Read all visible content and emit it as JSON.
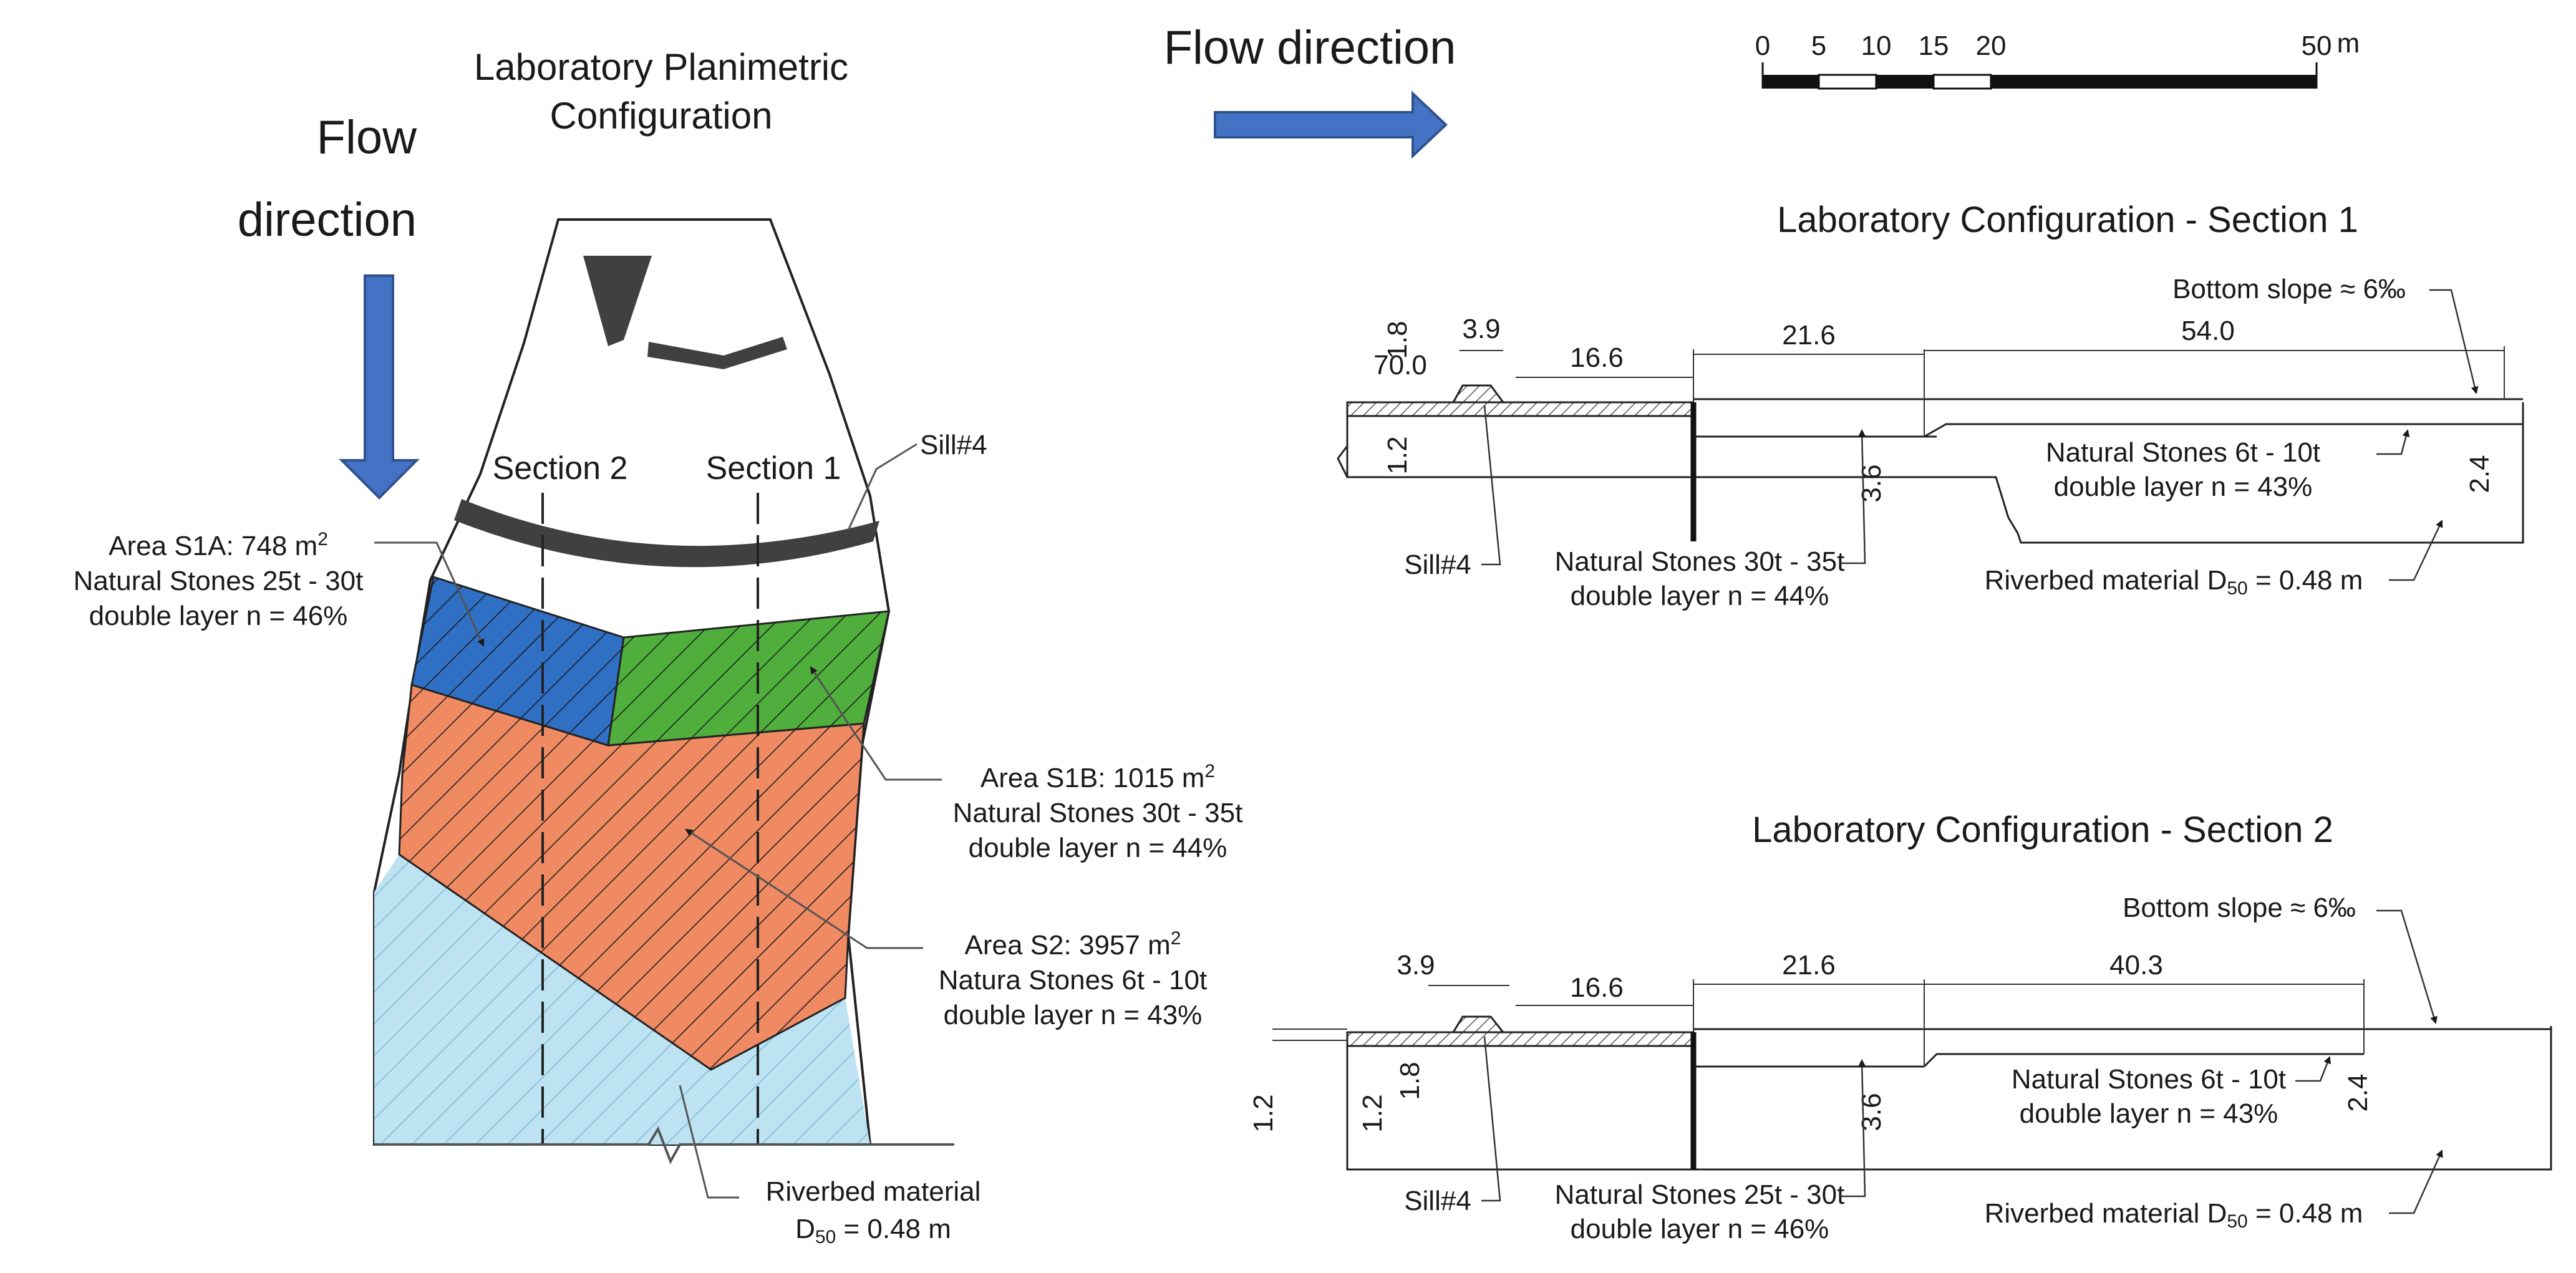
{
  "planimetric": {
    "title_line1": "Laboratory Planimetric",
    "title_line2": "Configuration",
    "flow_line1": "Flow",
    "flow_line2": "direction",
    "section2_label": "Section 2",
    "section1_label": "Section 1",
    "sill_label": "Sill#4",
    "area_s1a": {
      "line1": "Area S1A: 748 m",
      "sup": "2",
      "line2": "Natural Stones 25t - 30t",
      "line3": "double layer n = 46%"
    },
    "area_s1b": {
      "line1": "Area S1B: 1015 m",
      "sup": "2",
      "line2": "Natural Stones 30t - 35t",
      "line3": "double layer n = 44%"
    },
    "area_s2": {
      "line1": "Area S2: 3957 m",
      "sup": "2",
      "line2": "Natura Stones 6t - 10t",
      "line3": "double layer n = 43%"
    },
    "riverbed_line1": "Riverbed material",
    "riverbed_d": "D",
    "riverbed_sub": "50",
    "riverbed_val": " = 0.48 m"
  },
  "top_flow": {
    "label": "Flow direction"
  },
  "scale": {
    "ticks": [
      "0",
      "5",
      "10",
      "15",
      "20",
      "50"
    ],
    "unit": "m"
  },
  "section1": {
    "title": "Laboratory Configuration - Section 1",
    "slope": "Bottom slope ≈ 6‰",
    "dims": {
      "d70": "70.0",
      "d18": "1.8",
      "d39": "3.9",
      "d166": "16.6",
      "d216": "21.6",
      "d540": "54.0",
      "d12": "1.2",
      "d36": "3.6",
      "d24": "2.4"
    },
    "sill": "Sill#4",
    "stones_big_line1": "Natural Stones 30t - 35t",
    "stones_big_line2": "double layer n = 44%",
    "stones_small_line1": "Natural Stones 6t - 10t",
    "stones_small_line2": "double layer n = 43%",
    "riverbed_pre": "Riverbed material D",
    "riverbed_sub": "50",
    "riverbed_val": " = 0.48 m"
  },
  "section2": {
    "title": "Laboratory Configuration - Section 2",
    "slope": "Bottom slope ≈ 6‰",
    "dims": {
      "d39": "3.9",
      "d166": "16.6",
      "d216": "21.6",
      "d403": "40.3",
      "d12a": "1.2",
      "d12b": "1.2",
      "d18": "1.8",
      "d36": "3.6",
      "d24": "2.4"
    },
    "sill": "Sill#4",
    "stones_big_line1": "Natural Stones 25t - 30t",
    "stones_big_line2": "double layer n = 46%",
    "stones_small_line1": "Natural Stones 6t - 10t",
    "stones_small_line2": "double layer n = 43%",
    "riverbed_pre": "Riverbed material D",
    "riverbed_sub": "50",
    "riverbed_val": " = 0.48 m"
  },
  "colors": {
    "blue_area": "#2f6fc4",
    "green_area": "#4fae3c",
    "orange_area": "#ef8a62",
    "lightblue_area": "#bde3f2",
    "arrow": "#4472c4",
    "sill": "#404040"
  }
}
